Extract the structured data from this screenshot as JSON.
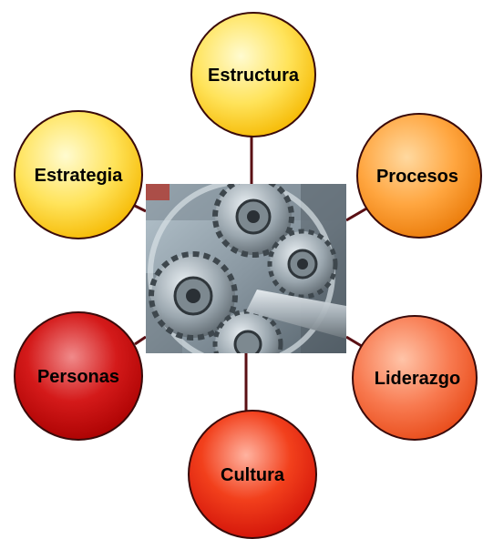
{
  "diagram": {
    "center_image": {
      "subject": "metal-gears-photo"
    },
    "nodes": [
      {
        "id": "estructura",
        "label": "Estructura"
      },
      {
        "id": "procesos",
        "label": "Procesos"
      },
      {
        "id": "liderazgo",
        "label": "Liderazgo"
      },
      {
        "id": "cultura",
        "label": "Cultura"
      },
      {
        "id": "personas",
        "label": "Personas"
      },
      {
        "id": "estrategia",
        "label": "Estrategia"
      }
    ],
    "colors": {
      "connector": "#5a0f14",
      "node_outline": "#3a0a0a",
      "estructura": [
        "#fffbd0",
        "#ffd400"
      ],
      "estrategia": [
        "#fffbd0",
        "#ffd400"
      ],
      "procesos": [
        "#ffd9a0",
        "#f28a10"
      ],
      "liderazgo": [
        "#ffc4a8",
        "#f0501e"
      ],
      "cultura": [
        "#ffb3a0",
        "#e2180c"
      ],
      "personas": [
        "#f08080",
        "#c00000"
      ]
    }
  }
}
